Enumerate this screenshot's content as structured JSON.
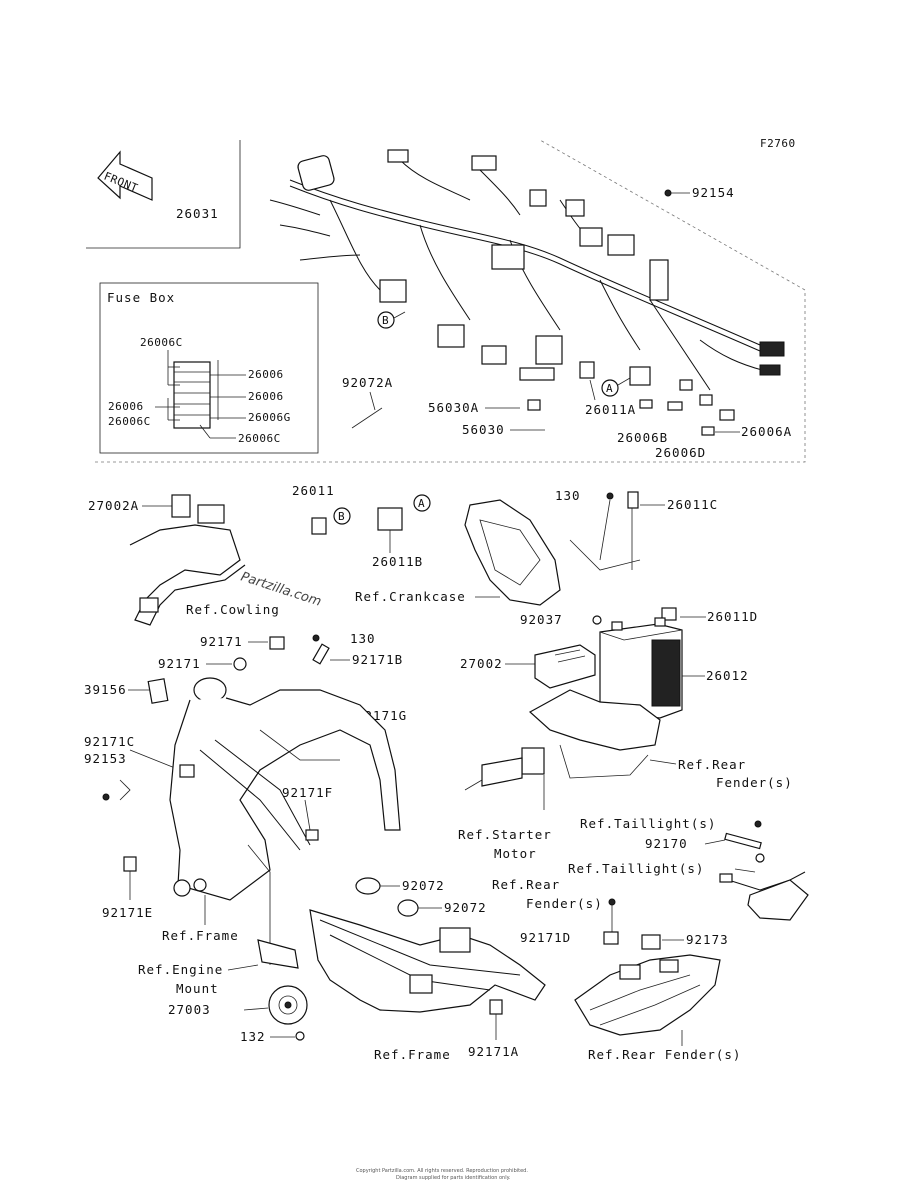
{
  "diagram_code": "F2760",
  "front_marker": "FRONT",
  "watermark": "Partzilla.com",
  "copyright_line_1": "Copyright Partzilla.com. All rights reserved. Reproduction prohibited.",
  "copyright_line_2": "Diagram supplied for parts identification only.",
  "fuse_box": {
    "title": "Fuse Box",
    "labels": [
      "26006C",
      "26006",
      "26006",
      "26006",
      "26006C",
      "26006G",
      "26006C"
    ]
  },
  "callouts": {
    "p26031": "26031",
    "p92154": "92154",
    "p92072A": "92072A",
    "p56030A": "56030A",
    "p56030": "56030",
    "p26011A": "26011A",
    "p26006B": "26006B",
    "p26006D": "26006D",
    "p26006A": "26006A",
    "p27002A": "27002A",
    "p26011": "26011",
    "p26011B": "26011B",
    "p130a": "130",
    "p26011C": "26011C",
    "p26011D": "26011D",
    "p92037": "92037",
    "p27002": "27002",
    "p26012": "26012",
    "p92171a": "92171",
    "p92171b": "92171",
    "p130b": "130",
    "p92171B": "92171B",
    "p39156": "39156",
    "p92171G": "92171G",
    "p92171C": "92171C",
    "p92153": "92153",
    "p92171F": "92171F",
    "p92171E": "92171E",
    "p27003": "27003",
    "p132": "132",
    "p92072a": "92072",
    "p92072b": "92072",
    "p92171D": "92171D",
    "p92173": "92173",
    "p92170": "92170",
    "p92171A": "92171A"
  },
  "refs": {
    "cowling": "Ref.Cowling",
    "crankcase": "Ref.Crankcase",
    "rear_fender_1a": "Ref.Rear",
    "rear_fender_1b": "Fender(s)",
    "starter_a": "Ref.Starter",
    "starter_b": "Motor",
    "taillight_1": "Ref.Taillight(s)",
    "taillight_2": "Ref.Taillight(s)",
    "rear_fender_2a": "Ref.Rear",
    "rear_fender_2b": "Fender(s)",
    "frame_1": "Ref.Frame",
    "engine_mount_a": "Ref.Engine",
    "engine_mount_b": "Mount",
    "frame_2": "Ref.Frame",
    "rear_fender_3": "Ref.Rear Fender(s)"
  },
  "markers": {
    "A": "A",
    "B": "B"
  }
}
